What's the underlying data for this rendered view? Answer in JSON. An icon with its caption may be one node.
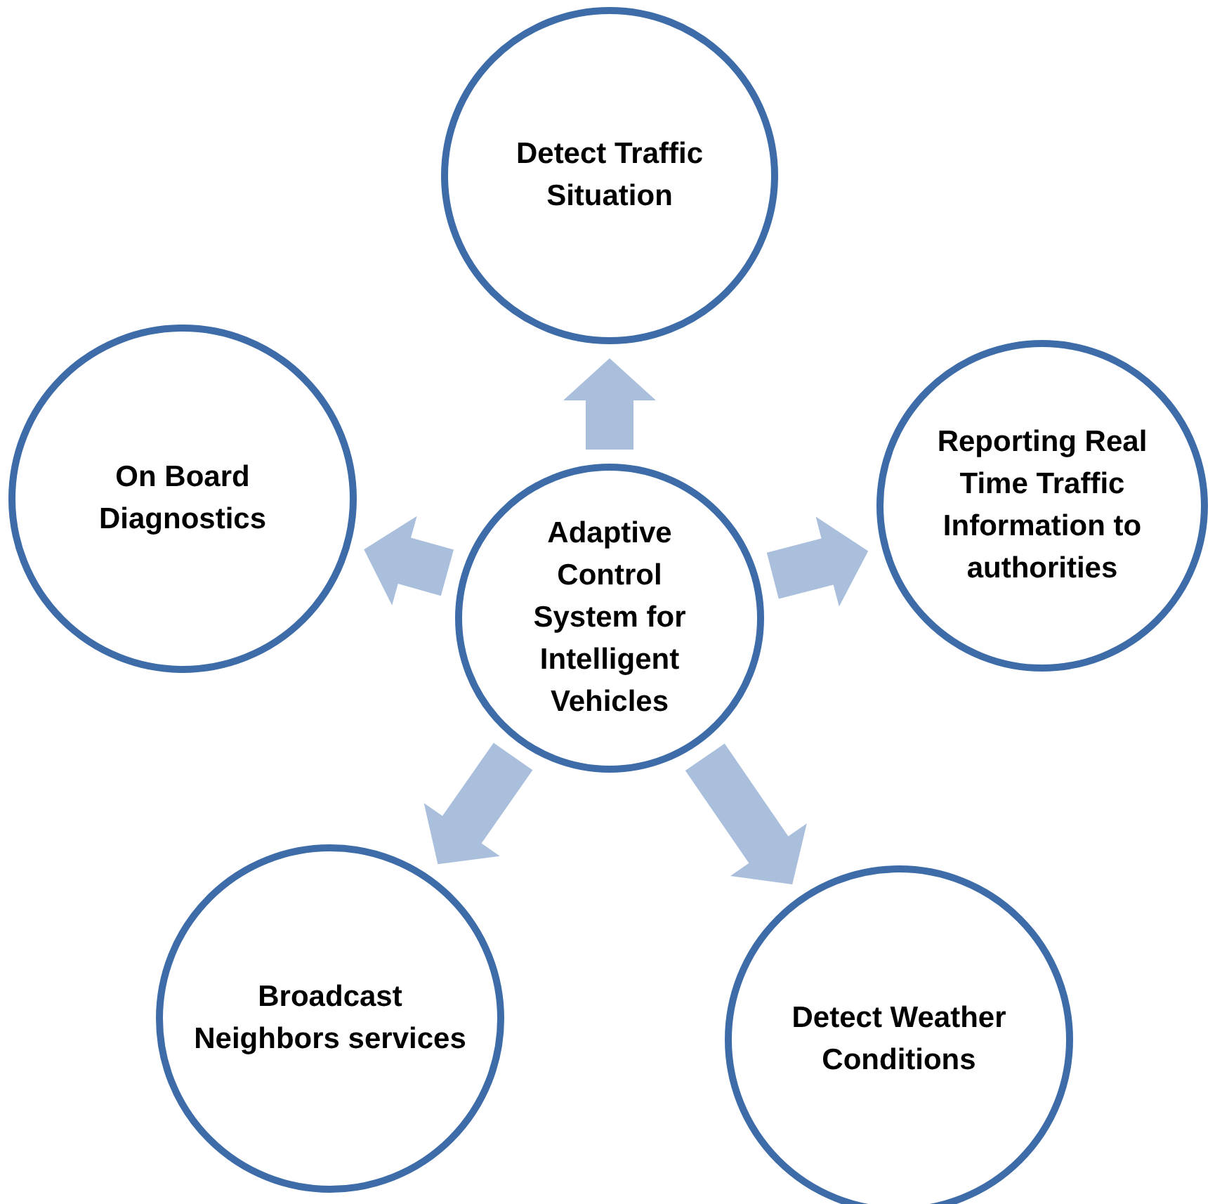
{
  "diagram": {
    "nodes": [
      {
        "text": [
          "Adaptive Control System for Intelligent Vehicles"
        ]
      },
      {
        "text": [
          "Detect Traffic Situation"
        ]
      },
      {
        "text": [
          "Reporting Real Time Traffic Information to authorities"
        ]
      },
      {
        "text": [
          "Detect Weather Conditions"
        ]
      },
      {
        "text": [
          "Broadcast Neighbors services"
        ]
      },
      {
        "text": [
          "On Board Diagnostics"
        ]
      }
    ],
    "edges": [
      {
        "from": 0,
        "to": 1,
        "arrow": "to"
      },
      {
        "from": 0,
        "to": 2,
        "arrow": "to"
      },
      {
        "from": 0,
        "to": 3,
        "arrow": "to"
      },
      {
        "from": 0,
        "to": 4,
        "arrow": "to"
      },
      {
        "from": 0,
        "to": 5,
        "arrow": "to"
      }
    ]
  }
}
